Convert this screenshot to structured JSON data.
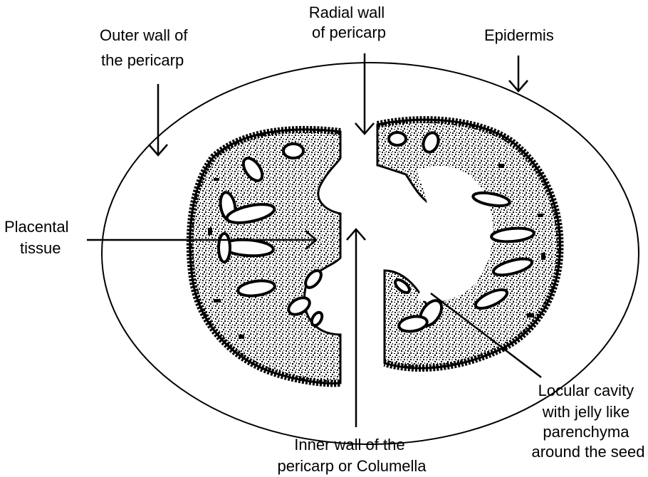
{
  "labels": {
    "outer_wall": [
      "Outer wall of",
      "the pericarp"
    ],
    "radial_wall": [
      "Radial wall",
      "of pericarp"
    ],
    "epidermis": [
      "Epidermis"
    ],
    "placental": [
      "Placental",
      "tissue"
    ],
    "locular": [
      "Locular cavity",
      "with jelly like",
      "parenchyma",
      "around the seed"
    ],
    "inner_wall": [
      "Inner wall of the",
      "pericarp or Columella"
    ]
  },
  "colors": {
    "ink": "#000000",
    "paper": "#ffffff"
  }
}
